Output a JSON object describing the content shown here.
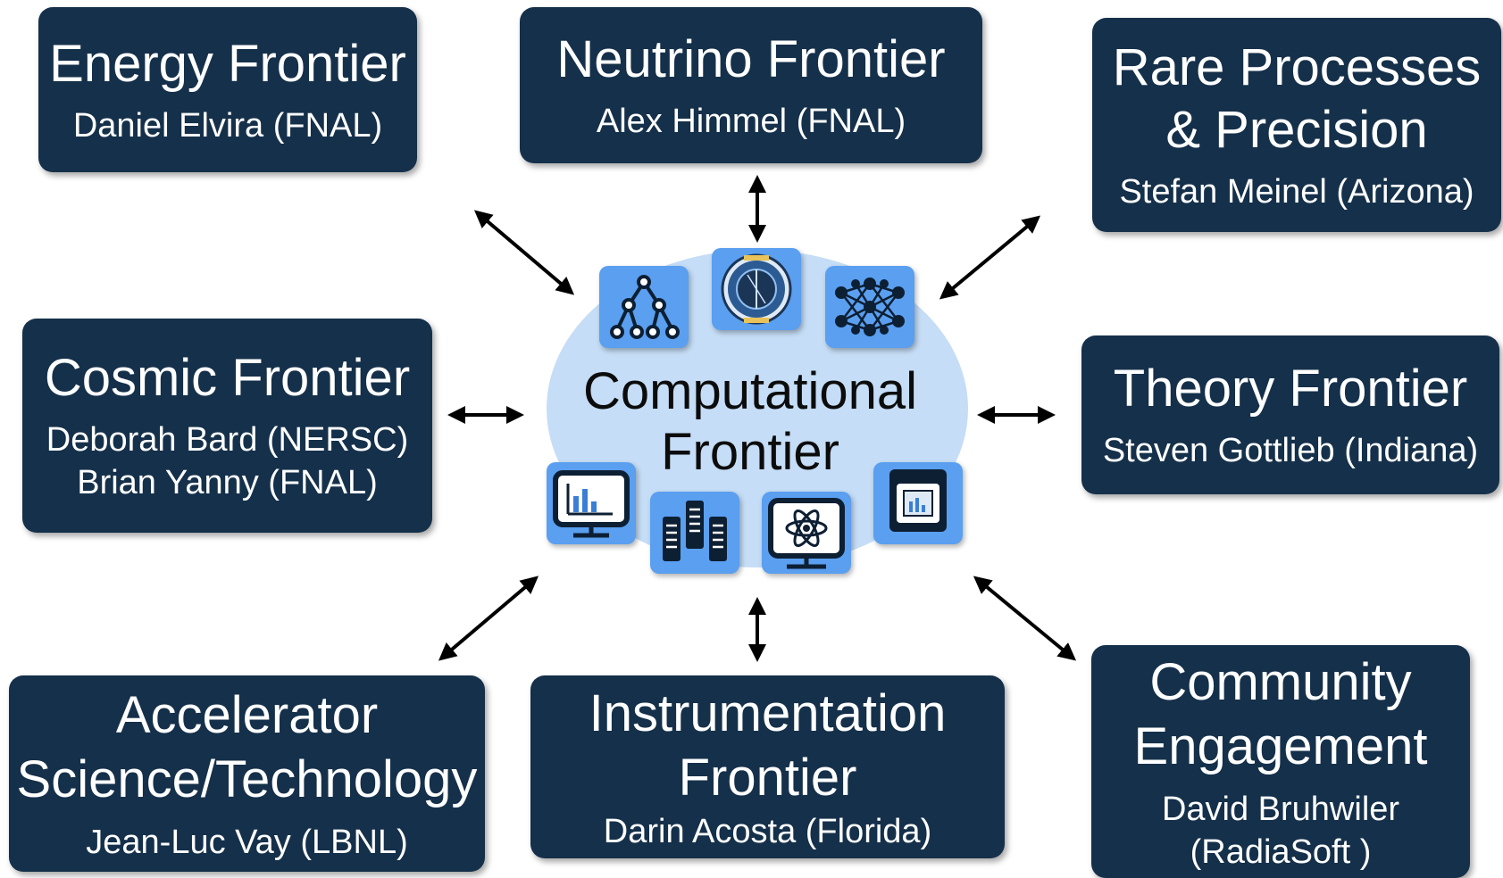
{
  "center": {
    "title_line1": "Computational",
    "title_line2": "Frontier"
  },
  "frontiers": {
    "energy": {
      "title": "Energy Frontier",
      "person1": "Daniel Elvira (FNAL)"
    },
    "neutrino": {
      "title": "Neutrino Frontier",
      "person1": "Alex Himmel (FNAL)"
    },
    "rare": {
      "title_line1": "Rare Processes",
      "title_line2": "& Precision",
      "person1": "Stefan Meinel (Arizona)"
    },
    "cosmic": {
      "title": "Cosmic Frontier",
      "person1": "Deborah Bard (NERSC)",
      "person2": "Brian Yanny (FNAL)"
    },
    "theory": {
      "title": "Theory Frontier",
      "person1": "Steven Gottlieb (Indiana)"
    },
    "accelerator": {
      "title_line1": "Accelerator",
      "title_line2": "Science/Technology",
      "person1": "Jean-Luc Vay (LBNL)"
    },
    "instrumentation": {
      "title_line1": "Instrumentation",
      "title_line2": "Frontier",
      "person1": "Darin Acosta (Florida)"
    },
    "community": {
      "title_line1": "Community",
      "title_line2": "Engagement",
      "person1": "David Bruhwiler",
      "person2": "(RadiaSoft )"
    }
  },
  "icons": [
    "tree-graph-icon",
    "detector-icon",
    "neural-network-icon",
    "monitor-chart-icon",
    "server-racks-icon",
    "atom-monitor-icon",
    "window-chart-icon"
  ],
  "colors": {
    "box": "#15304a",
    "cloud": "#c5ddf6",
    "icon": "#5a9ff0",
    "text_on_box": "#ffffff"
  }
}
